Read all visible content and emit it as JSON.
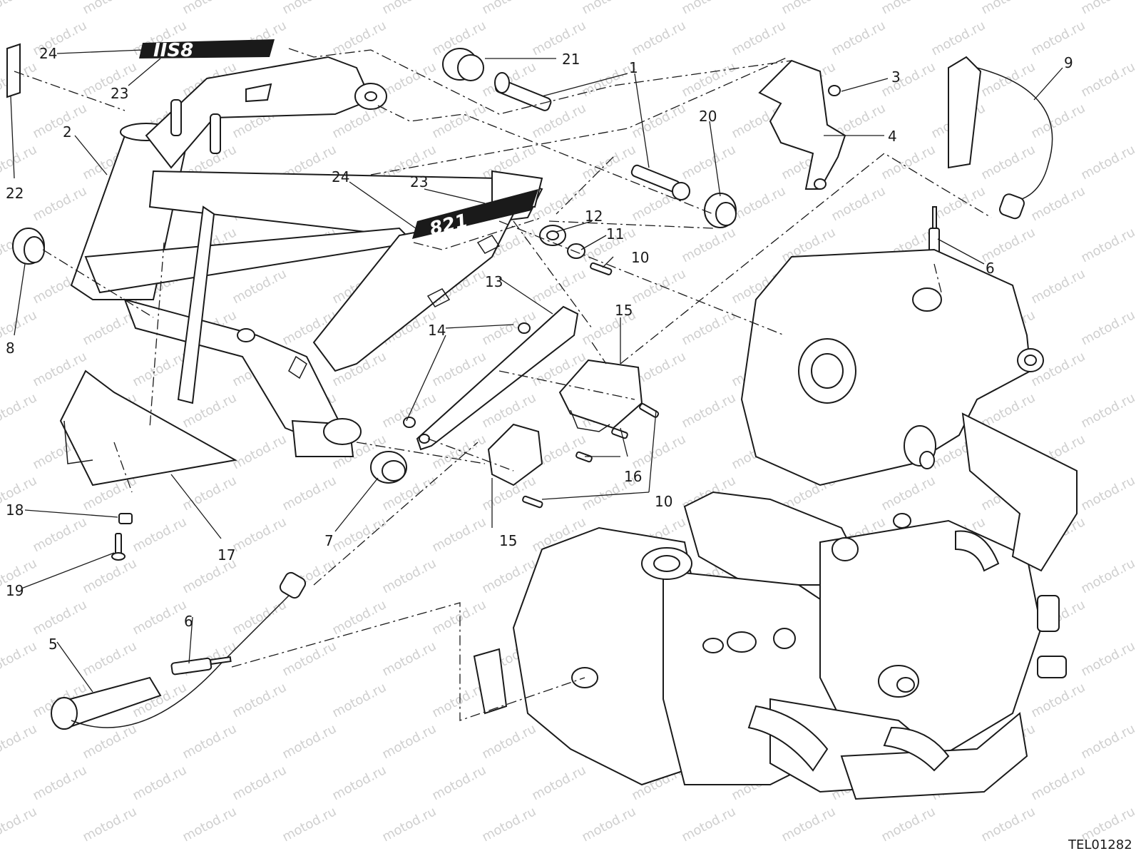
{
  "watermark": {
    "text": "motod.ru"
  },
  "drawing_code": "TEL01282",
  "decals": {
    "upper": "IIS8",
    "lower": "821"
  },
  "callouts": {
    "c1": "1",
    "c2": "2",
    "c3": "3",
    "c4": "4",
    "c5": "5",
    "c6_top": "6",
    "c6_bottom": "6",
    "c7": "7",
    "c8": "8",
    "c9": "9",
    "c10_top": "10",
    "c10_bottom": "10",
    "c11": "11",
    "c12": "12",
    "c13": "13",
    "c14": "14",
    "c15_top": "15",
    "c15_bottom": "15",
    "c16": "16",
    "c17": "17",
    "c18": "18",
    "c19": "19",
    "c20": "20",
    "c21": "21",
    "c22": "22",
    "c23_top": "23",
    "c23_mid": "23",
    "c24_top": "24",
    "c24_mid": "24"
  }
}
